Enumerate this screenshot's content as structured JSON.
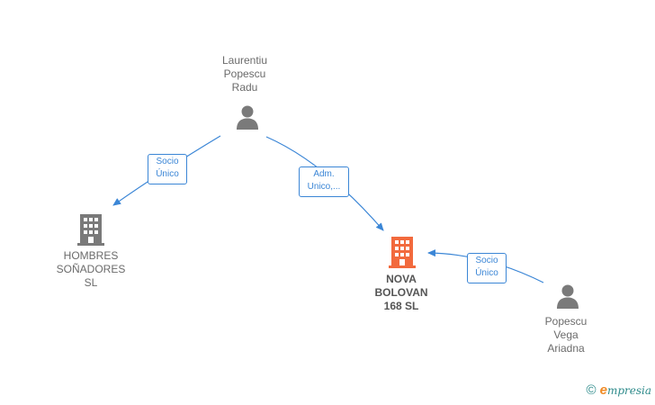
{
  "nodes": {
    "laurentiu": {
      "label": "Laurentiu\nPopescu\nRadu",
      "icon": "person-icon"
    },
    "hombres": {
      "label": "HOMBRES\nSOÑADORES\nSL",
      "icon": "building-icon"
    },
    "nova": {
      "label": "NOVA\nBOLOVAN\n168  SL",
      "icon": "building-icon"
    },
    "popescu_vega": {
      "label": "Popescu\nVega\nAriadna",
      "icon": "person-icon"
    }
  },
  "edges": {
    "laurentiu_to_hombres": {
      "label": "Socio\nÚnico"
    },
    "laurentiu_to_nova": {
      "label": "Adm.\nUnico,..."
    },
    "popescu_to_nova": {
      "label": "Socio\nÚnico"
    }
  },
  "colors": {
    "person": "#7a7a7a",
    "building": "#7a7a7a",
    "main_building": "#f26a3d",
    "edge": "#3b86d6"
  },
  "footer": {
    "copyright_icon": "©",
    "brand_initial": "e",
    "brand_rest": "mpresia"
  }
}
